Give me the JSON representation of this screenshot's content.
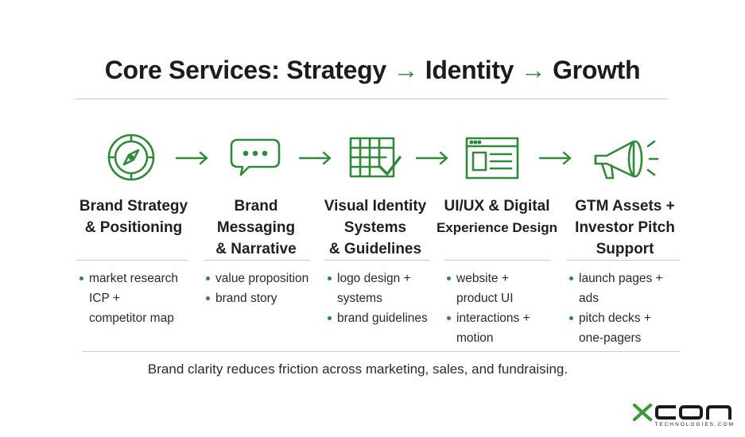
{
  "header": {
    "title_part1": "Core Services: Strategy",
    "arrow": "→",
    "title_part2": "Identity",
    "title_part3": "Growth"
  },
  "colors": {
    "accent": "#2f8a3a",
    "text": "#1f1f1f",
    "rule": "#c9c9c9"
  },
  "columns": [
    {
      "icon": "compass-icon",
      "title_lines": [
        "Brand Strategy",
        "& Positioning"
      ],
      "bullets": [
        {
          "lines": [
            "market research",
            "ICP +",
            "competitor map"
          ]
        }
      ]
    },
    {
      "icon": "speech-bubble-icon",
      "title_lines": [
        "Brand",
        "Messaging",
        "& Narrative"
      ],
      "bullets": [
        {
          "lines": [
            "value proposition"
          ]
        },
        {
          "lines": [
            "brand story"
          ]
        }
      ]
    },
    {
      "icon": "grid-check-icon",
      "title_lines": [
        "Visual Identity",
        "Systems",
        "& Guidelines"
      ],
      "bullets": [
        {
          "lines": [
            "logo design +",
            "systems"
          ]
        },
        {
          "lines": [
            "brand guidelines"
          ]
        }
      ]
    },
    {
      "icon": "browser-window-icon",
      "title_lines": [
        "UI/UX & Digital",
        "Experience Design"
      ],
      "bullets": [
        {
          "lines": [
            "website +",
            "product UI"
          ]
        },
        {
          "lines": [
            "interactions +",
            "motion"
          ]
        }
      ]
    },
    {
      "icon": "megaphone-icon",
      "title_lines": [
        "GTM Assets +",
        "Investor Pitch",
        "Support"
      ],
      "bullets": [
        {
          "lines": [
            "launch pages +",
            "ads"
          ]
        },
        {
          "lines": [
            "pitch decks +",
            "one-pagers"
          ]
        }
      ]
    }
  ],
  "footer": {
    "note": "Brand clarity reduces friction across marketing, sales, and fundraising."
  },
  "logo": {
    "wordmark": "XCON",
    "tagline": "TECHNOLOGIES.COM"
  }
}
